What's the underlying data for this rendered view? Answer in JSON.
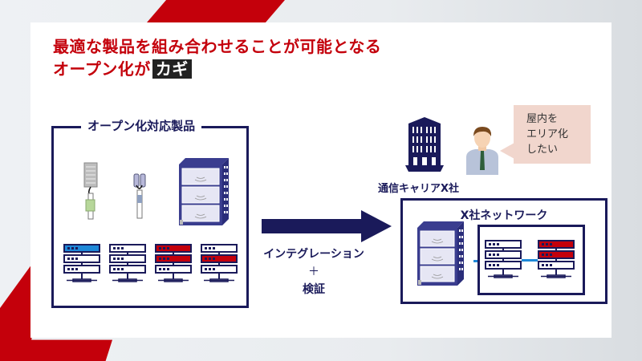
{
  "slide": {
    "title_line1": "最適な製品を組み合わせることが可能となる",
    "title_line2": "オープン化が",
    "title_key": "カギ",
    "colors": {
      "accent_red": "#c4000b",
      "navy": "#1a1a5a",
      "blue": "#1e88d8",
      "bubble": "#f1d6cd"
    }
  },
  "left_panel": {
    "title": "オープン化対応製品",
    "products": [
      "panel-antenna-icon",
      "omni-antenna-icon",
      "base-station-building-icon"
    ],
    "servers": [
      {
        "rows": [
          "blue",
          "white",
          "white"
        ]
      },
      {
        "rows": [
          "white",
          "white",
          "white"
        ]
      },
      {
        "rows": [
          "red",
          "red",
          "white"
        ]
      },
      {
        "rows": [
          "white",
          "red",
          "white"
        ]
      }
    ]
  },
  "process": {
    "line1": "インテグレーション",
    "plus": "＋",
    "line2": "検証"
  },
  "carrier": {
    "label": "通信キャリアX社",
    "speech": "屋内を\nエリア化\nしたい"
  },
  "right_panel": {
    "title": "X社ネットワーク",
    "servers": [
      {
        "rows": [
          "white",
          "white",
          "white"
        ]
      },
      {
        "rows": [
          "red",
          "red",
          "white"
        ]
      }
    ]
  }
}
